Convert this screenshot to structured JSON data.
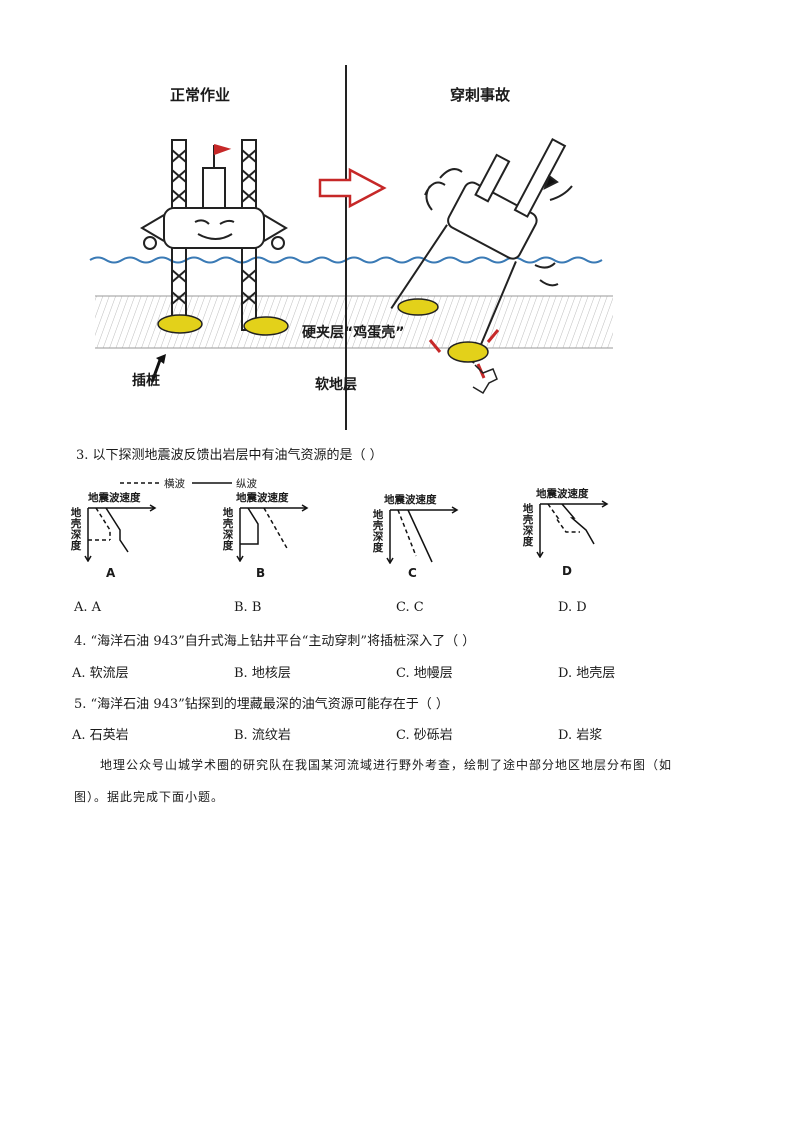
{
  "figure": {
    "left_title": "正常作业",
    "right_title": "穿刺事故",
    "hard_layer_label": "硬夹层“鸡蛋壳”",
    "pile_label": "插桩",
    "soft_layer_label": "软地层"
  },
  "q3": {
    "stem": "3. 以下探测地震波反馈出岩层中有油气资源的是（      ）",
    "legend_transverse": "横波",
    "legend_longitudinal": "纵波",
    "axis_x_label": "地震波速度",
    "axis_y_label": "地壳深度",
    "graphs": [
      "A",
      "B",
      "C",
      "D"
    ],
    "options": [
      "A. A",
      "B. B",
      "C. C",
      "D. D"
    ]
  },
  "q4": {
    "stem": "4. “海洋石油 943”自升式海上钻井平台“主动穿刺”将插桩深入了（      ）",
    "options": [
      "A.  软流层",
      "B.  地核层",
      "C.  地幔层",
      "D.  地壳层"
    ]
  },
  "q5": {
    "stem": "5. “海洋石油 943”钻探到的埋藏最深的油气资源可能存在于（      ）",
    "options": [
      "A.  石英岩",
      "B.  流纹岩",
      "C.  砂砾岩",
      "D.  岩浆"
    ]
  },
  "intro": {
    "line1": "地理公众号山城学术圈的研究队在我国某河流域进行野外考查，绘制了途中部分地区地层分布图（如",
    "line2": "图）。据此完成下面小题。"
  }
}
